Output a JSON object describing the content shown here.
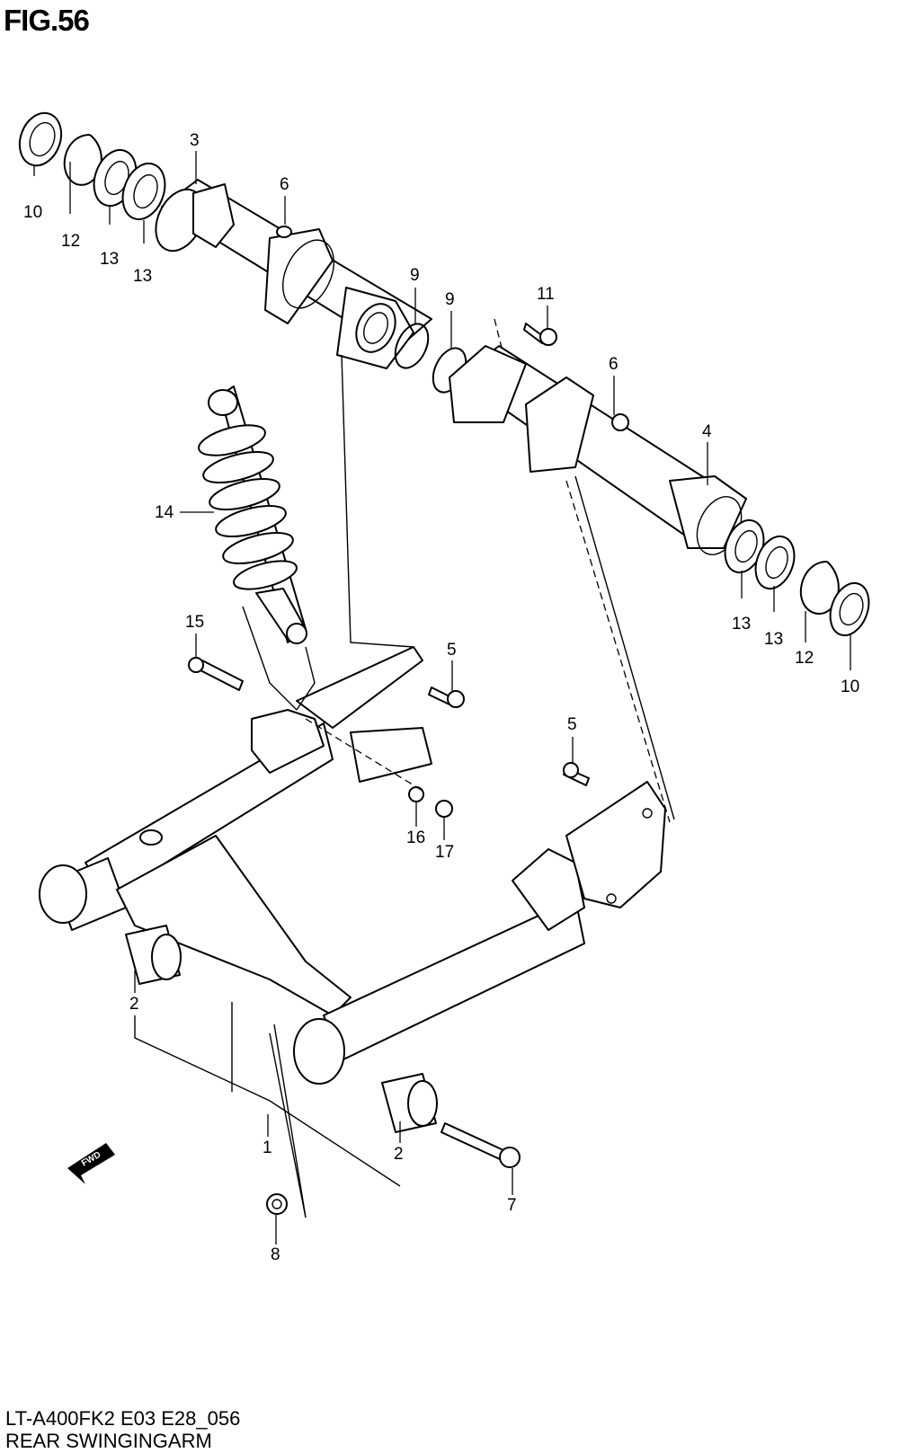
{
  "figure": {
    "title": "FIG.56",
    "model_code": "LT-A400FK2  E03  E28_056",
    "name": "REAR SWINGINGARM"
  },
  "fwd_label": "FWD",
  "callouts": {
    "c1": "1",
    "c2a": "2",
    "c2b": "2",
    "c3": "3",
    "c4": "4",
    "c5a": "5",
    "c5b": "5",
    "c6a": "6",
    "c6b": "6",
    "c7": "7",
    "c8": "8",
    "c9a": "9",
    "c9b": "9",
    "c10a": "10",
    "c10b": "10",
    "c11": "11",
    "c12a": "12",
    "c12b": "12",
    "c13a": "13",
    "c13b": "13",
    "c13c": "13",
    "c13d": "13",
    "c14": "14",
    "c15": "15",
    "c16": "16",
    "c17": "17"
  }
}
